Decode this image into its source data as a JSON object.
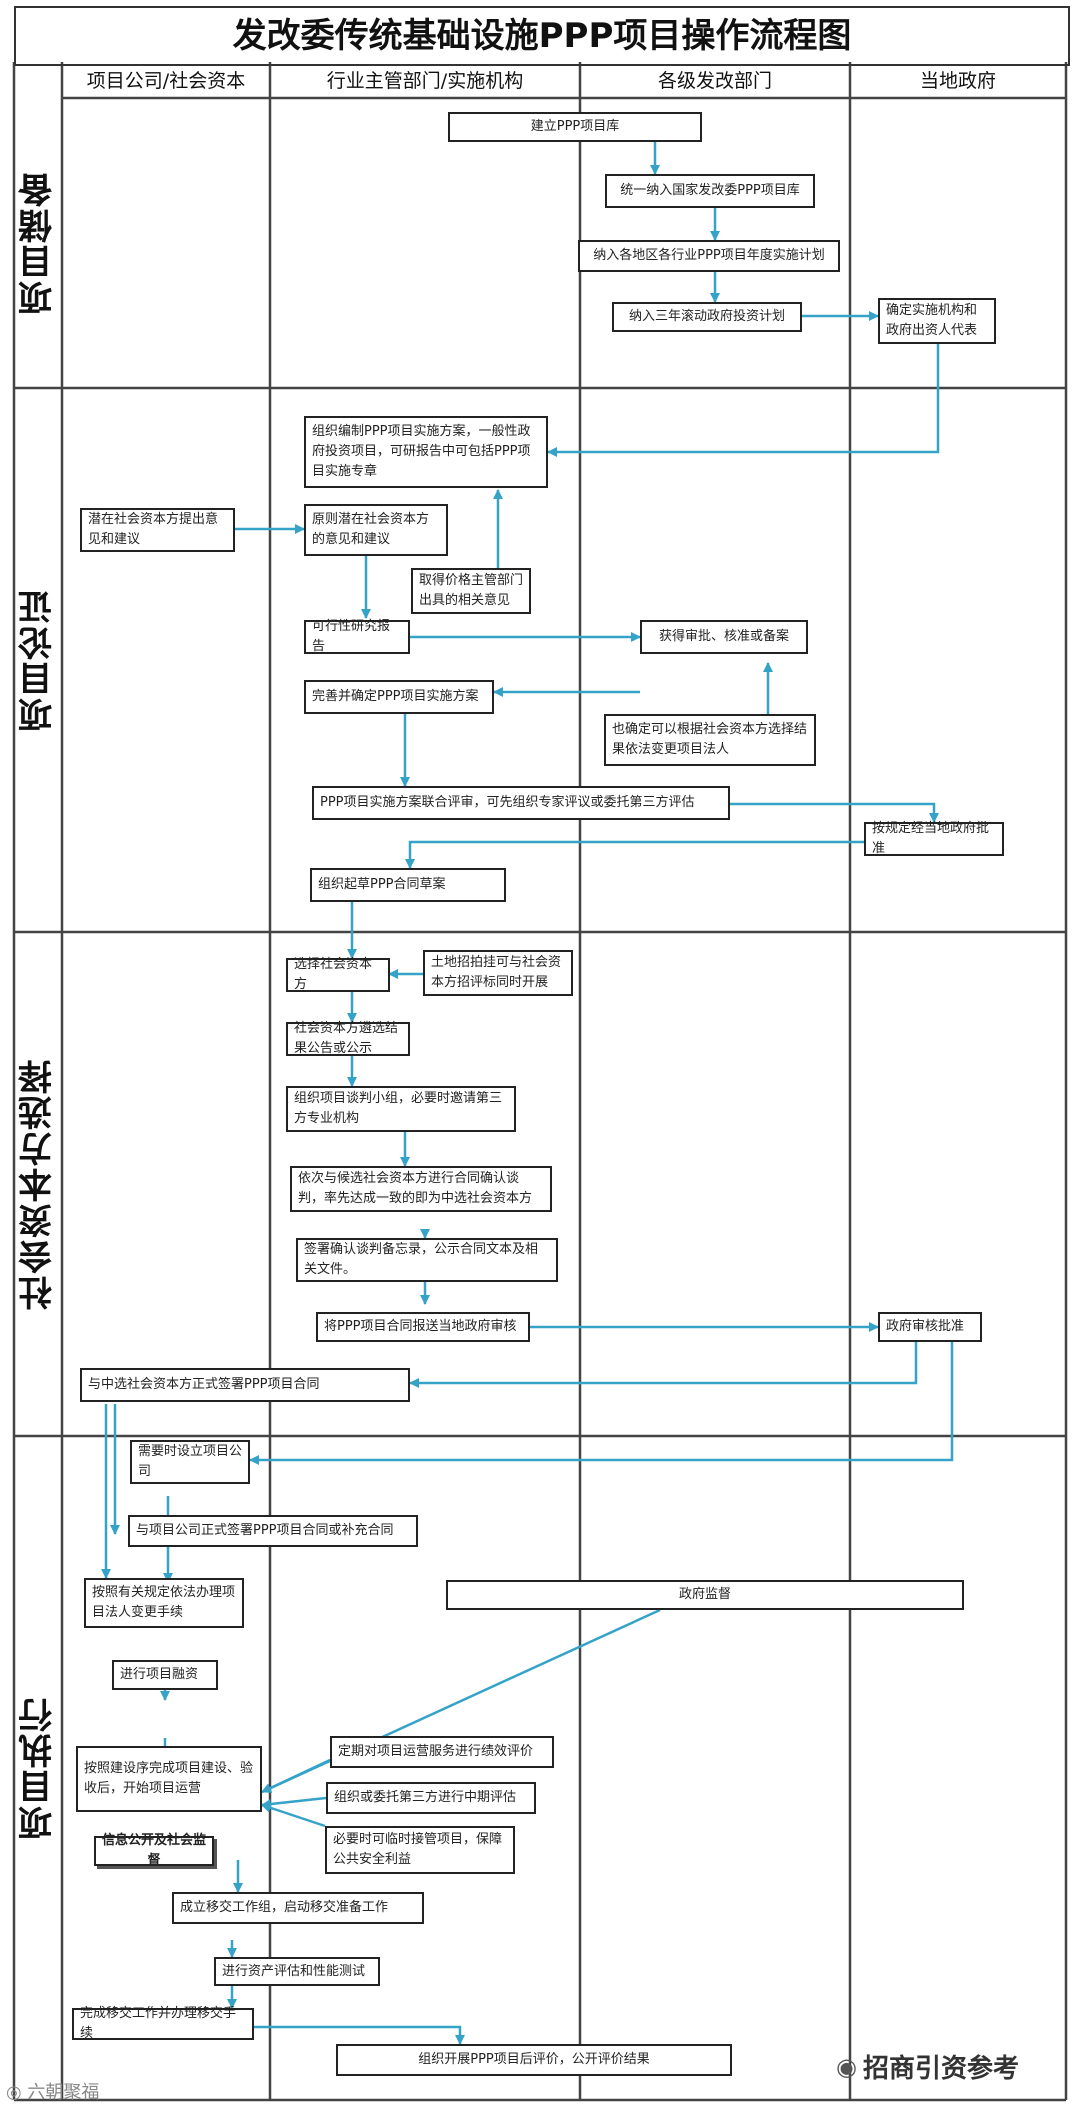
{
  "title": "发改委传统基础设施PPP项目操作流程图",
  "columns": [
    "项目公司/社会资本",
    "行业主管部门/实施机构",
    "各级发改部门",
    "当地政府"
  ],
  "phases": [
    "项目储备",
    "项目论证",
    "社会资本方选择",
    "项目执行"
  ],
  "nodes": {
    "n1": "建立PPP项目库",
    "n2": "统一纳入国家发改委PPP项目库",
    "n3": "纳入各地区各行业PPP项目年度实施计划",
    "n4": "纳入三年滚动政府投资计划",
    "n5": "确定实施机构和政府出资人代表",
    "n6": "组织编制PPP项目实施方案，一般性政府投资项目，可研报告中可包括PPP项目实施专章",
    "n7": "潜在社会资本方提出意见和建议",
    "n8": "原则潜在社会资本方的意见和建议",
    "n9": "取得价格主管部门出具的相关意见",
    "n10": "可行性研究报告",
    "n11": "获得审批、核准或备案",
    "n12": "完善并确定PPP项目实施方案",
    "n13": "也确定可以根据社会资本方选择结果依法变更项目法人",
    "n14": "PPP项目实施方案联合评审，可先组织专家评议或委托第三方评估",
    "n15": "按规定经当地政府批准",
    "n16": "组织起草PPP合同草案",
    "n17": "选择社会资本方",
    "n18": "土地招拍挂可与社会资本方招评标同时开展",
    "n19": "社会资本方遴选结果公告或公示",
    "n20": "组织项目谈判小组，必要时邀请第三方专业机构",
    "n21": "依次与候选社会资本方进行合同确认谈判，率先达成一致的即为中选社会资本方",
    "n22": "签署确认谈判备忘录，公示合同文本及相关文件。",
    "n23": "将PPP项目合同报送当地政府审核",
    "n24": "政府审核批准",
    "n25": "与中选社会资本方正式签署PPP项目合同",
    "n26": "需要时设立项目公司",
    "n27": "与项目公司正式签署PPP项目合同或补充合同",
    "n28": "按照有关规定依法办理项目法人变更手续",
    "n29": "政府监督",
    "n30": "进行项目融资",
    "n31": "按照建设序完成项目建设、验收后，开始项目运营",
    "n32": "定期对项目运营服务进行绩效评价",
    "n33": "组织或委托第三方进行中期评估",
    "n34": "必要时可临时接管项目，保障公共安全利益",
    "n35": "信息公开及社会监督",
    "n36": "成立移交工作组，启动移交准备工作",
    "n37": "进行资产评估和性能测试",
    "n38": "完成移交工作并办理移交手续",
    "n39": "组织开展PPP项目后评价，公开评价结果"
  },
  "watermark": {
    "left": "◎ 六朝聚福",
    "right": "招商引资参考"
  }
}
